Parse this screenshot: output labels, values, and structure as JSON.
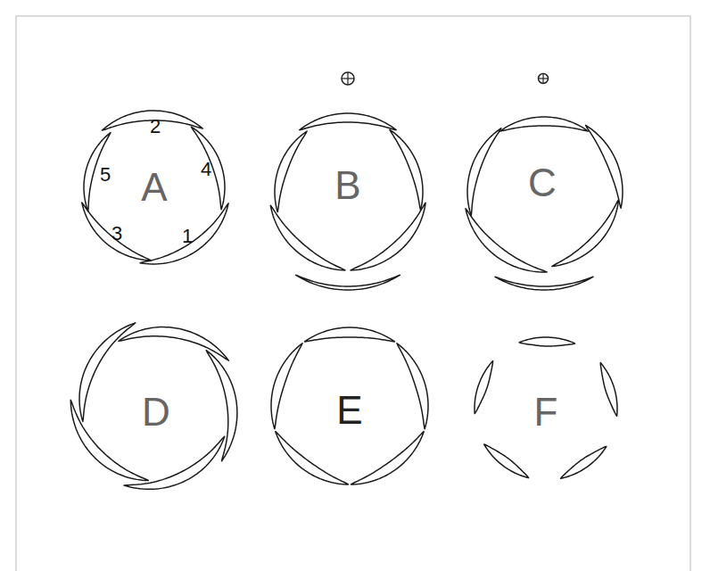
{
  "diagram": {
    "labels": [
      "2",
      "5",
      "A",
      "4",
      "3",
      "1",
      "B",
      "C",
      "D",
      "E",
      "F"
    ]
  }
}
